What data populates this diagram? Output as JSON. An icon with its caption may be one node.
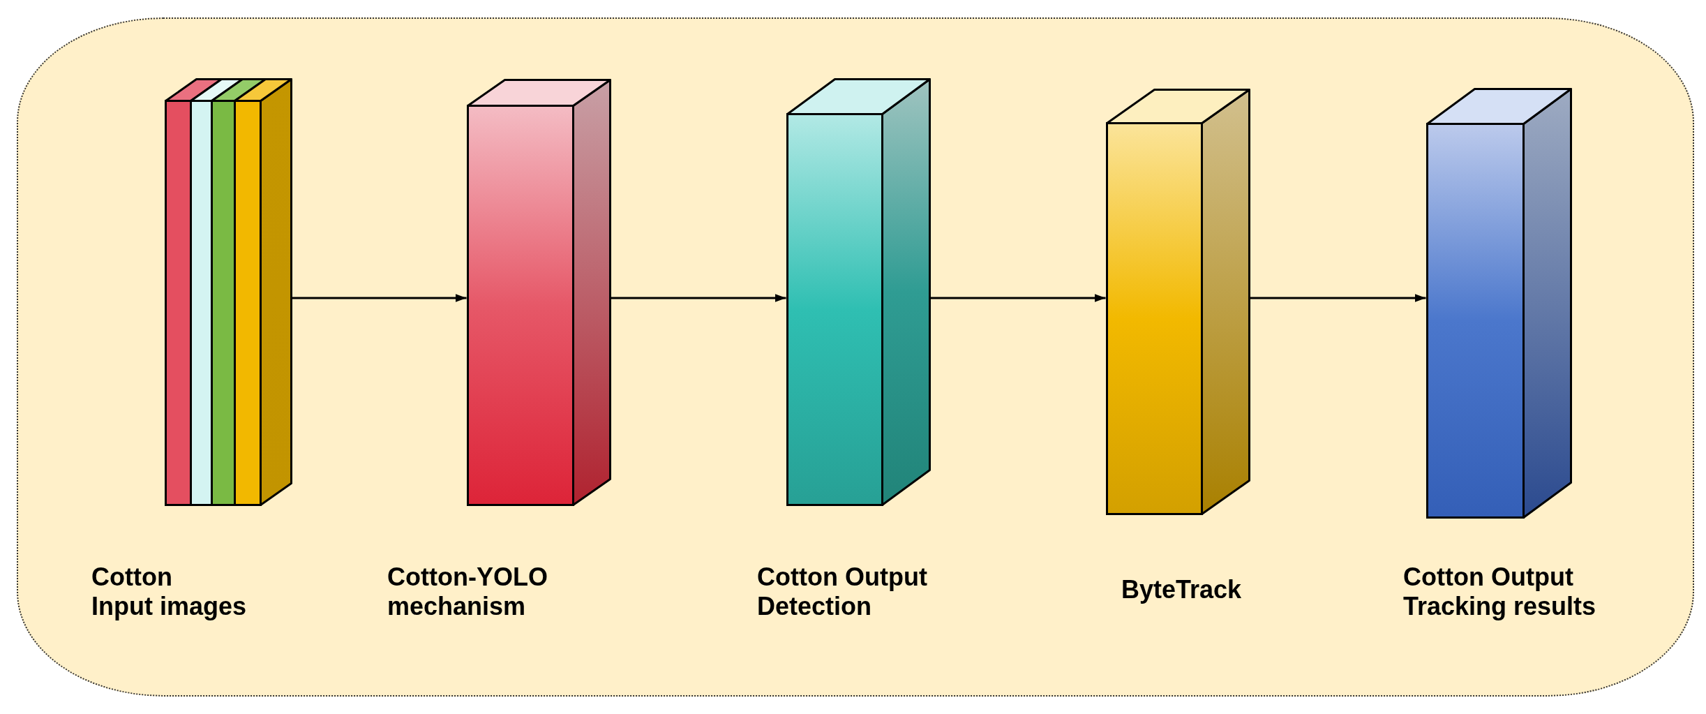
{
  "diagram": {
    "nodes": [
      {
        "text": [],
        "shape": "box",
        "beside": [
          "Cotton Input images"
        ]
      },
      {
        "text": [],
        "shape": "box",
        "beside": [
          "Cotton-YOLO mechanism"
        ]
      },
      {
        "text": [],
        "shape": "box",
        "beside": [
          "Cotton Output Detection"
        ]
      },
      {
        "text": [],
        "shape": "box",
        "beside": [
          "ByteTrack"
        ]
      },
      {
        "text": [],
        "shape": "box",
        "beside": [
          "Cotton Output Tracking results"
        ]
      }
    ],
    "edges": [
      {
        "from": 0,
        "to": 1,
        "arrow": "to"
      },
      {
        "from": 1,
        "to": 2,
        "arrow": "to"
      },
      {
        "from": 2,
        "to": 3,
        "arrow": "to"
      },
      {
        "from": 3,
        "to": 4,
        "arrow": "to"
      }
    ]
  }
}
